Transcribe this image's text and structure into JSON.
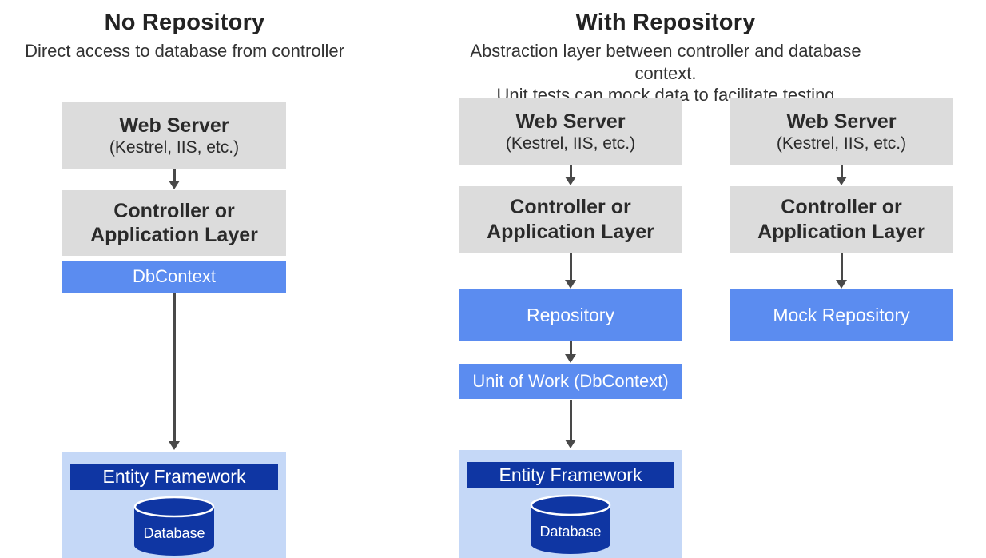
{
  "headers": {
    "left": {
      "title": "No Repository",
      "subtitle": "Direct access to database from controller"
    },
    "right": {
      "title": "With Repository",
      "subtitle_line1": "Abstraction layer between controller and database context.",
      "subtitle_line2": "Unit tests can mock data to facilitate testing"
    }
  },
  "columns": {
    "no_repository": {
      "web_server": {
        "title": "Web Server",
        "subtitle": "(Kestrel, IIS, etc.)"
      },
      "controller": {
        "title_line1": "Controller or",
        "title_line2": "Application Layer"
      },
      "db_context": {
        "label": "DbContext"
      },
      "entity_framework": {
        "label": "Entity Framework",
        "database_label": "Database"
      }
    },
    "with_repository": {
      "web_server": {
        "title": "Web Server",
        "subtitle": "(Kestrel, IIS, etc.)"
      },
      "controller": {
        "title_line1": "Controller or",
        "title_line2": "Application Layer"
      },
      "repository": {
        "label": "Repository"
      },
      "unit_of_work": {
        "label": "Unit of Work (DbContext)"
      },
      "entity_framework": {
        "label": "Entity Framework",
        "database_label": "Database"
      }
    },
    "mock_test": {
      "web_server": {
        "title": "Web Server",
        "subtitle": "(Kestrel, IIS, etc.)"
      },
      "controller": {
        "title_line1": "Controller or",
        "title_line2": "Application Layer"
      },
      "mock_repository": {
        "label": "Mock Repository"
      }
    }
  },
  "colors": {
    "box_gray": "#dcdcdc",
    "box_blue": "#5b8cf0",
    "box_light_blue": "#c5d8f7",
    "box_dark_blue": "#0f36a3",
    "arrow": "#494949",
    "text_dark": "#262626",
    "text_white": "#ffffff"
  }
}
